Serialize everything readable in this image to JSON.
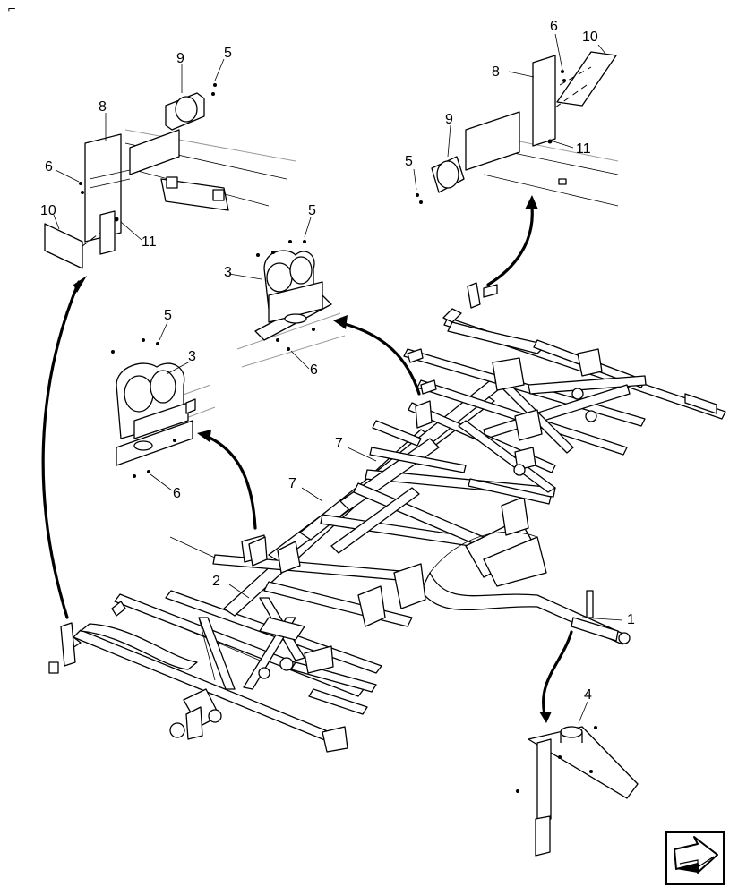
{
  "callouts": {
    "c1": "1",
    "c2": "2",
    "c3a": "3",
    "c3b": "3",
    "c4": "4",
    "c5a": "5",
    "c5b": "5",
    "c5c": "5",
    "c5d": "5",
    "c6a": "6",
    "c6b": "6",
    "c6c": "6",
    "c6d": "6",
    "c7a": "7",
    "c7b": "7",
    "c8a": "8",
    "c8b": "8",
    "c9a": "9",
    "c9b": "9",
    "c10a": "10",
    "c10b": "10",
    "c11a": "11",
    "c11b": "11"
  },
  "corner_mark": "⌐",
  "icons": {
    "nav": "next-page-arrow-icon"
  }
}
